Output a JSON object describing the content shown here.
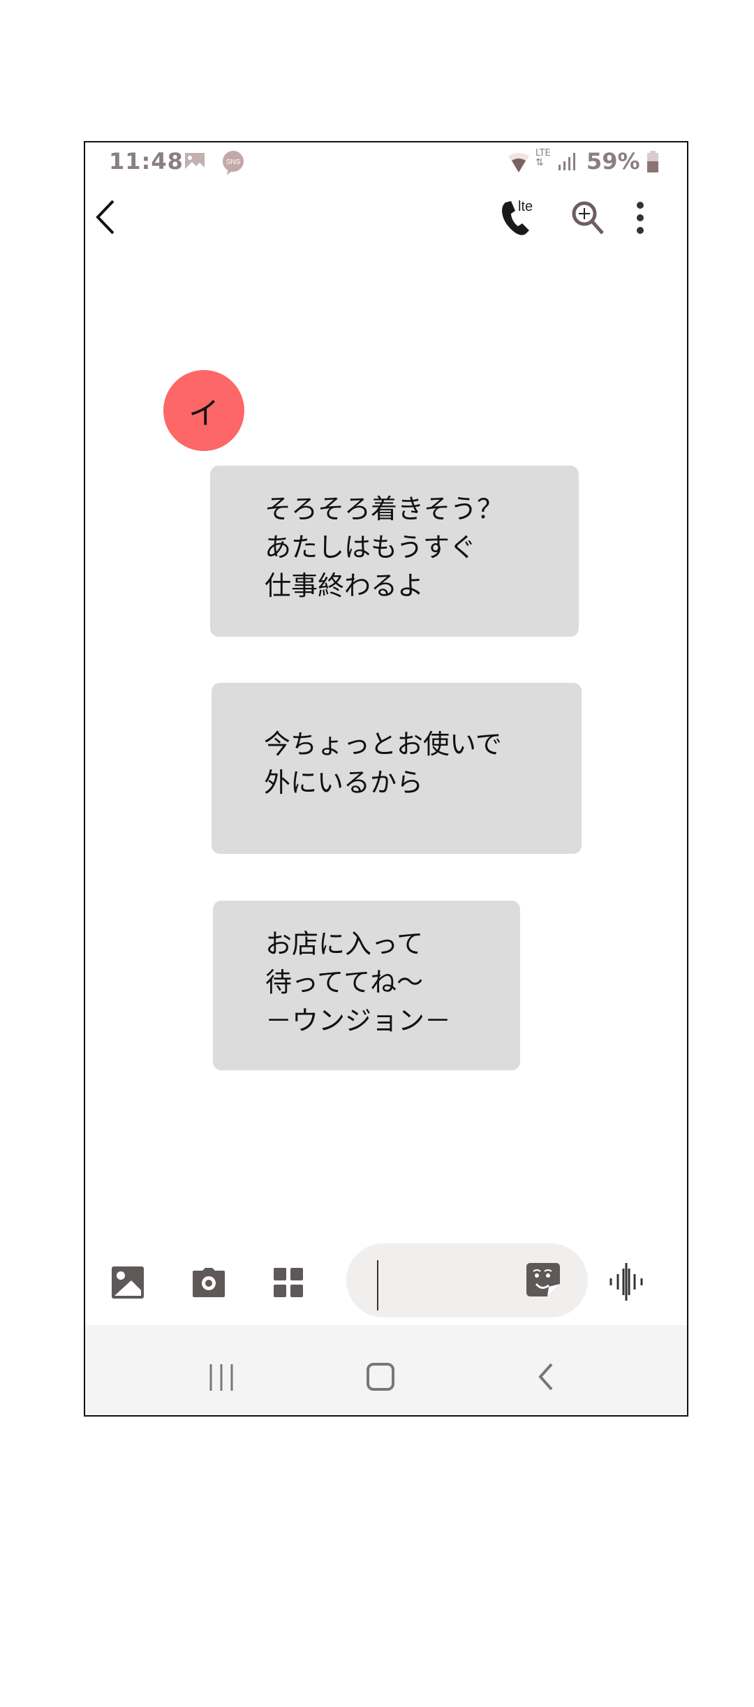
{
  "status_bar": {
    "time": "11:48",
    "left_icons": [
      "gallery-notification-icon",
      "sns-notification-icon"
    ],
    "sns_label": "SNS",
    "lte_label": "LTE",
    "battery_percent": "59%"
  },
  "top_bar": {
    "back_icon": "chevron-left-icon",
    "call_icon": "phone-icon",
    "call_badge": "lte",
    "search_icon": "zoom-in-search-icon",
    "menu_icon": "more-vertical-icon"
  },
  "conversation": {
    "contact_avatar": {
      "initial": "イ",
      "color": "#fd6767"
    },
    "messages": [
      {
        "direction": "incoming",
        "text": "そろそろ着きそう？\nあたしはもうすぐ\n仕事終わるよ"
      },
      {
        "direction": "incoming",
        "text": "今ちょっとお使いで\n外にいるから"
      },
      {
        "direction": "incoming",
        "text": "お店に入って\n待っててね～\n－ウンジョン－"
      }
    ],
    "bubble_color": "#dcdcdc"
  },
  "composer": {
    "gallery_icon": "image-icon",
    "camera_icon": "camera-icon",
    "apps_icon": "grid-icon",
    "input_value": "",
    "sticker_icon": "sticker-icon",
    "voice_icon": "voice-waveform-icon"
  },
  "nav_bar": {
    "recents_icon": "recents-icon",
    "home_icon": "home-icon",
    "back_icon": "back-icon"
  }
}
